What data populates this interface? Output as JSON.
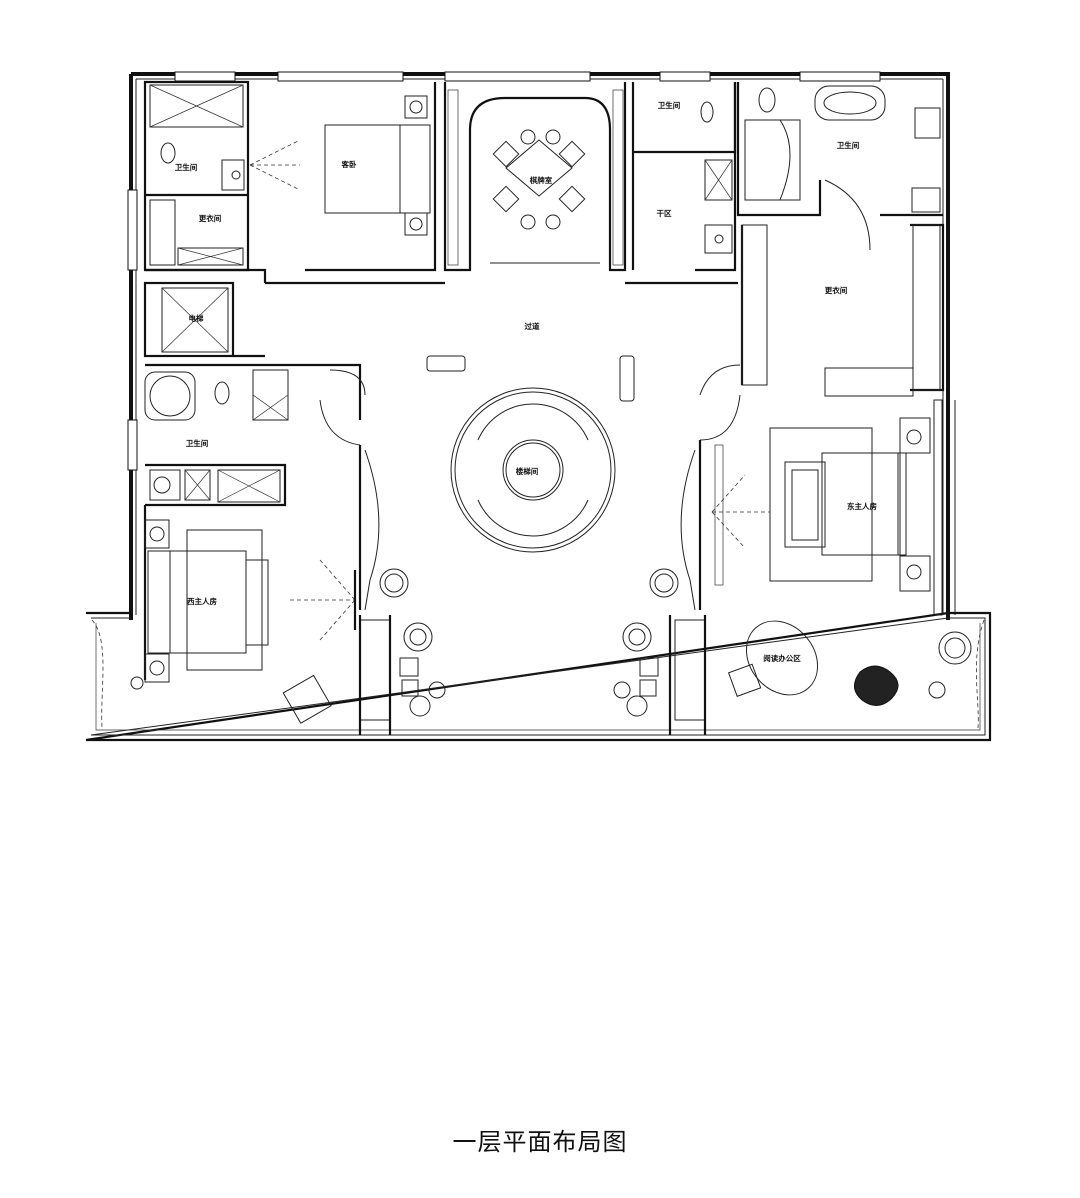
{
  "caption": "一层平面布局图",
  "rooms": {
    "bath_nw": "卫生间",
    "dressing_nw": "更衣间",
    "guest_room": "客卧",
    "mahjong_room": "棋牌室",
    "bath_north": "卫生间",
    "dry_area": "干区",
    "bath_ne": "卫生间",
    "corridor": "过道",
    "dressing_ne": "更衣间",
    "lift": "电梯",
    "stair_hall": "楼梯间",
    "bath_west": "卫生间",
    "east_master": "东主人房",
    "west_master": "西主人房",
    "study_office": "阅读办公区"
  }
}
